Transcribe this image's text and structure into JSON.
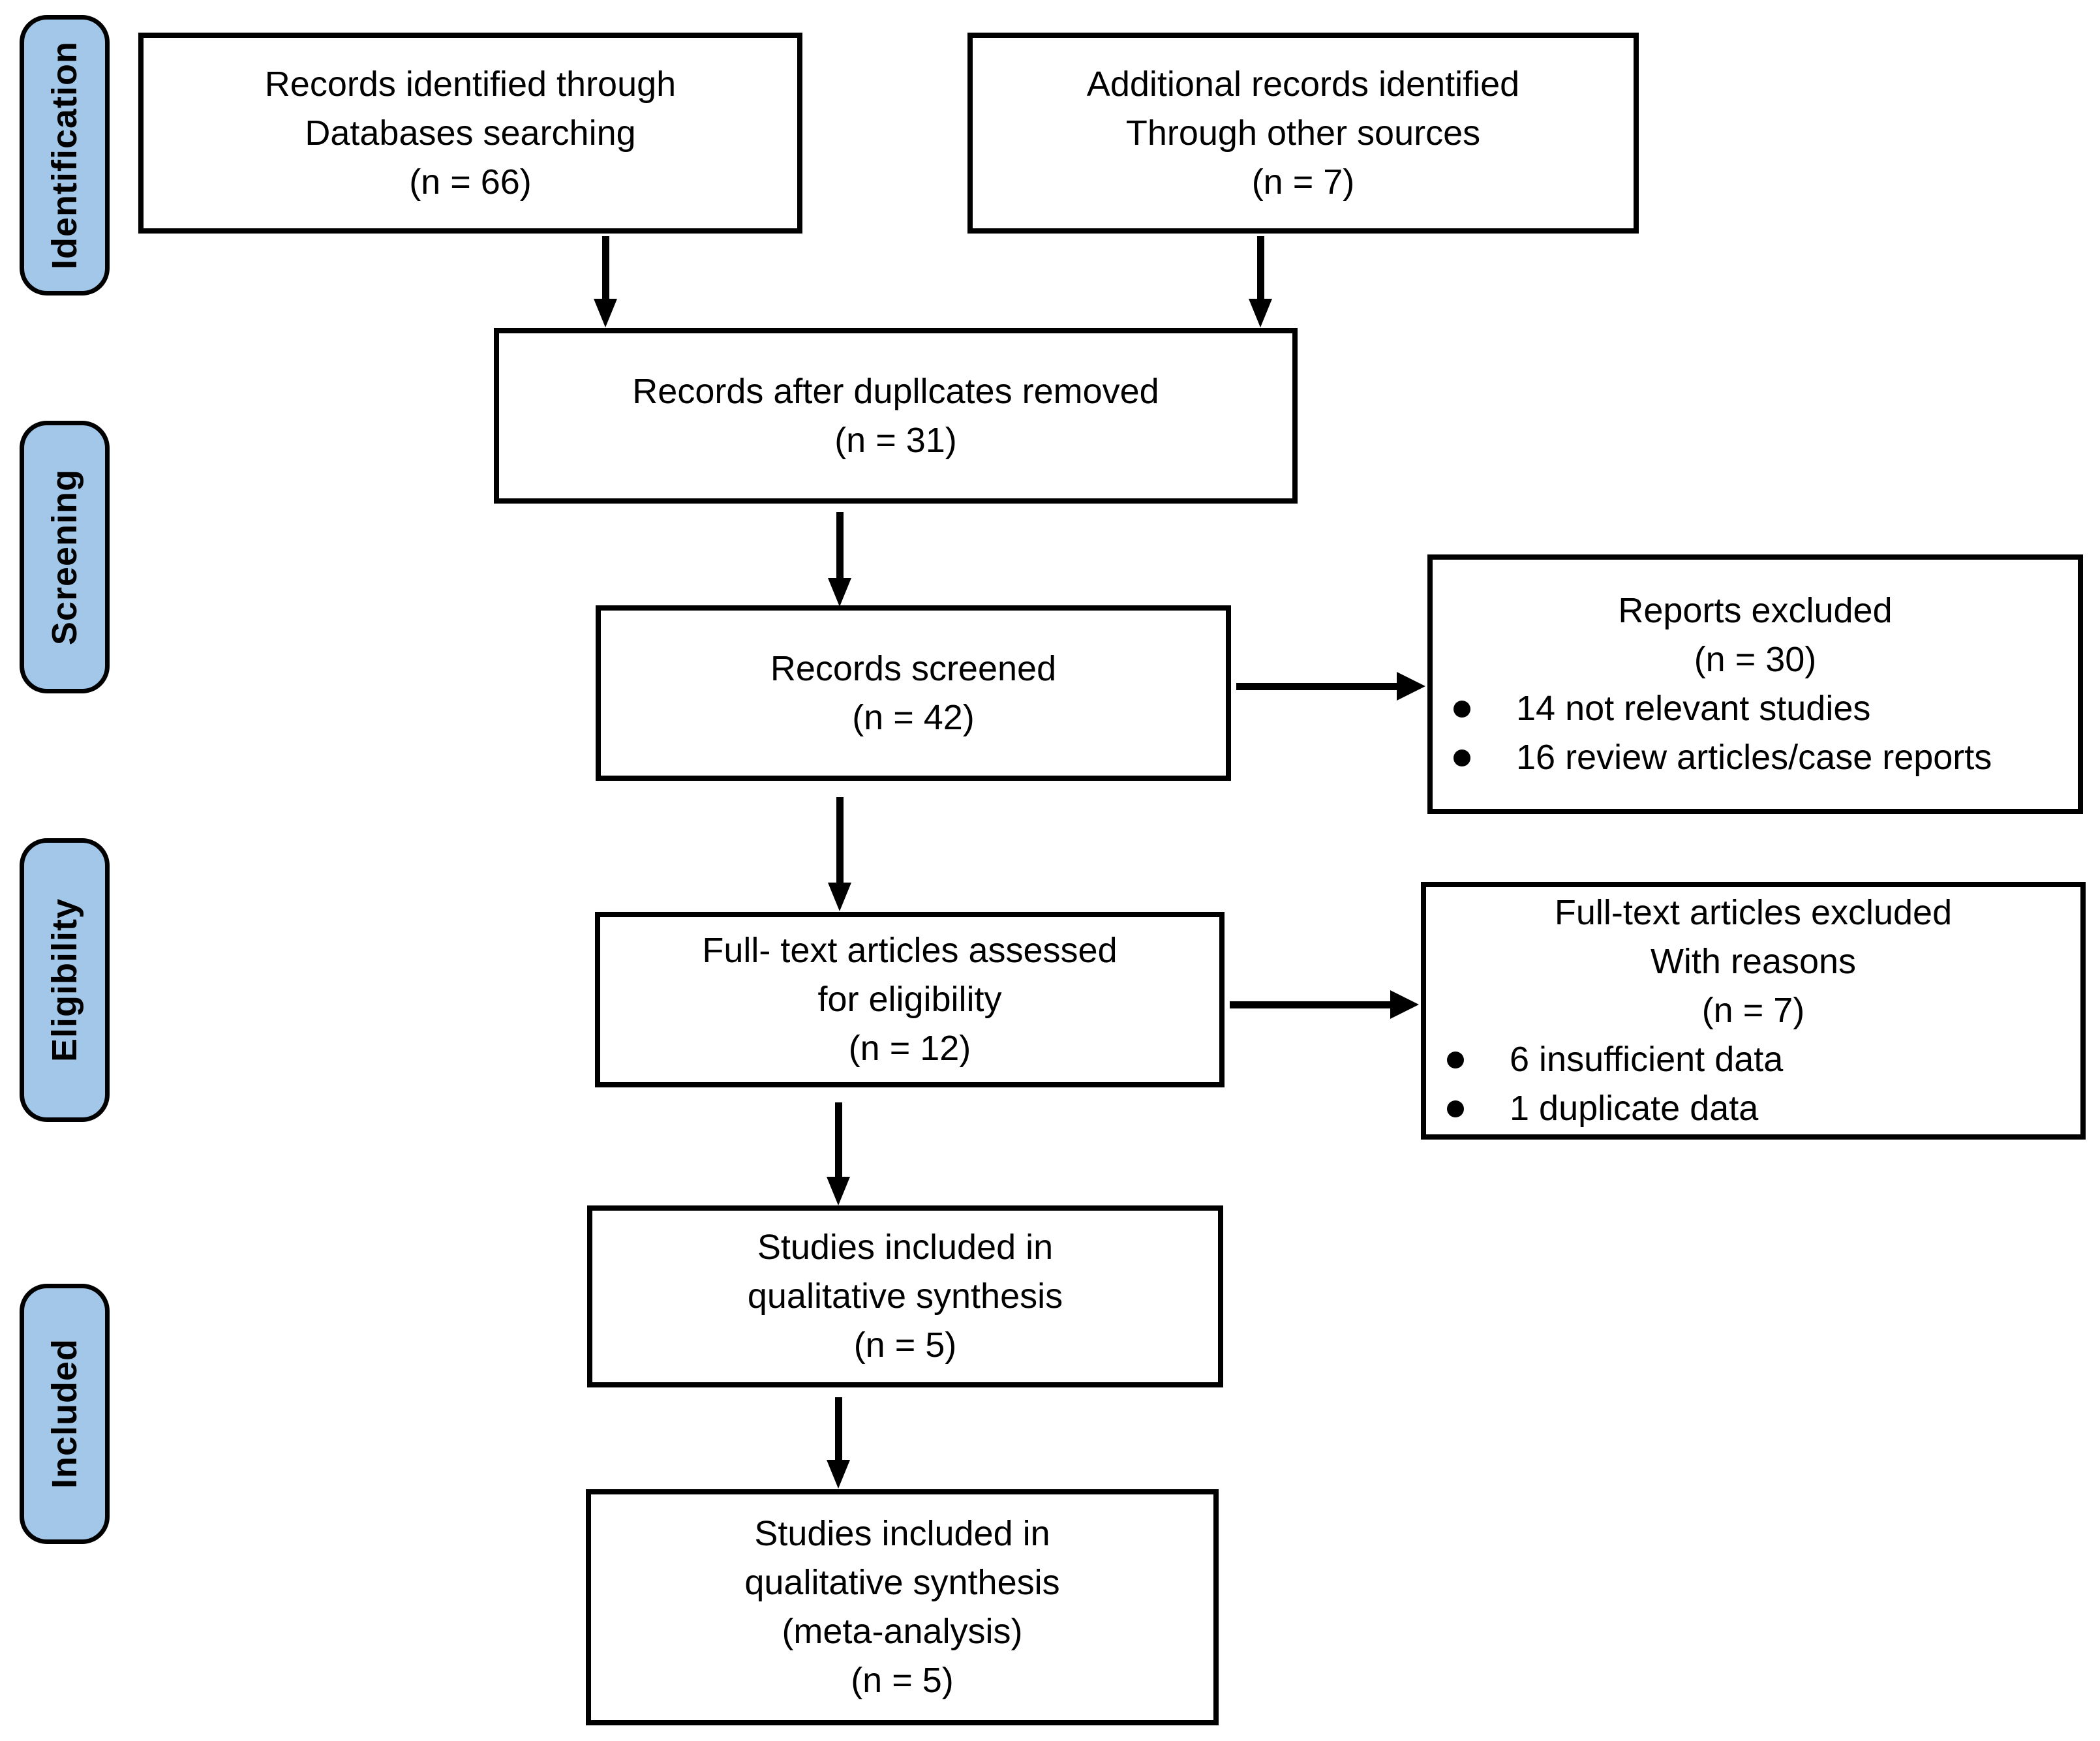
{
  "stages": [
    {
      "label": "Identification"
    },
    {
      "label": "Screening"
    },
    {
      "label": "Eligibility"
    },
    {
      "label": "Included"
    }
  ],
  "boxes": {
    "records_identified": {
      "lines": [
        "Records identified through",
        "Databases searching",
        "(n = 66)"
      ]
    },
    "additional_records": {
      "lines": [
        "Additional records identified",
        "Through other sources",
        "(n = 7)"
      ]
    },
    "after_duplicates": {
      "lines": [
        "Records after dupllcates removed",
        "(n = 31)"
      ]
    },
    "records_screened": {
      "lines": [
        "Records screened",
        "(n = 42)"
      ]
    },
    "reports_excluded": {
      "lines": [
        "Reports excluded",
        "(n = 30)"
      ],
      "bullets": [
        "14 not relevant studies",
        "16 review articles/case reports"
      ]
    },
    "fulltext_assessed": {
      "lines": [
        "Full- text articles assessed",
        "for eligibility",
        "(n = 12)"
      ]
    },
    "fulltext_excluded": {
      "lines": [
        "Full-text articles excluded",
        "With reasons",
        "(n = 7)"
      ],
      "bullets": [
        "6 insufficient data",
        "1 duplicate data"
      ]
    },
    "qualitative": {
      "lines": [
        "Studies included in",
        "qualitative synthesis",
        "(n = 5)"
      ]
    },
    "meta": {
      "lines": [
        "Studies included in",
        "qualitative synthesis",
        "(meta-analysis)",
        "(n = 5)"
      ]
    }
  },
  "colors": {
    "stage_fill": "#A3C7E8",
    "stage_border": "#000000",
    "box_fill": "#FFFFFF",
    "box_border": "#000000",
    "arrow": "#000000",
    "ink": "#000000",
    "background": "#FFFFFF"
  }
}
